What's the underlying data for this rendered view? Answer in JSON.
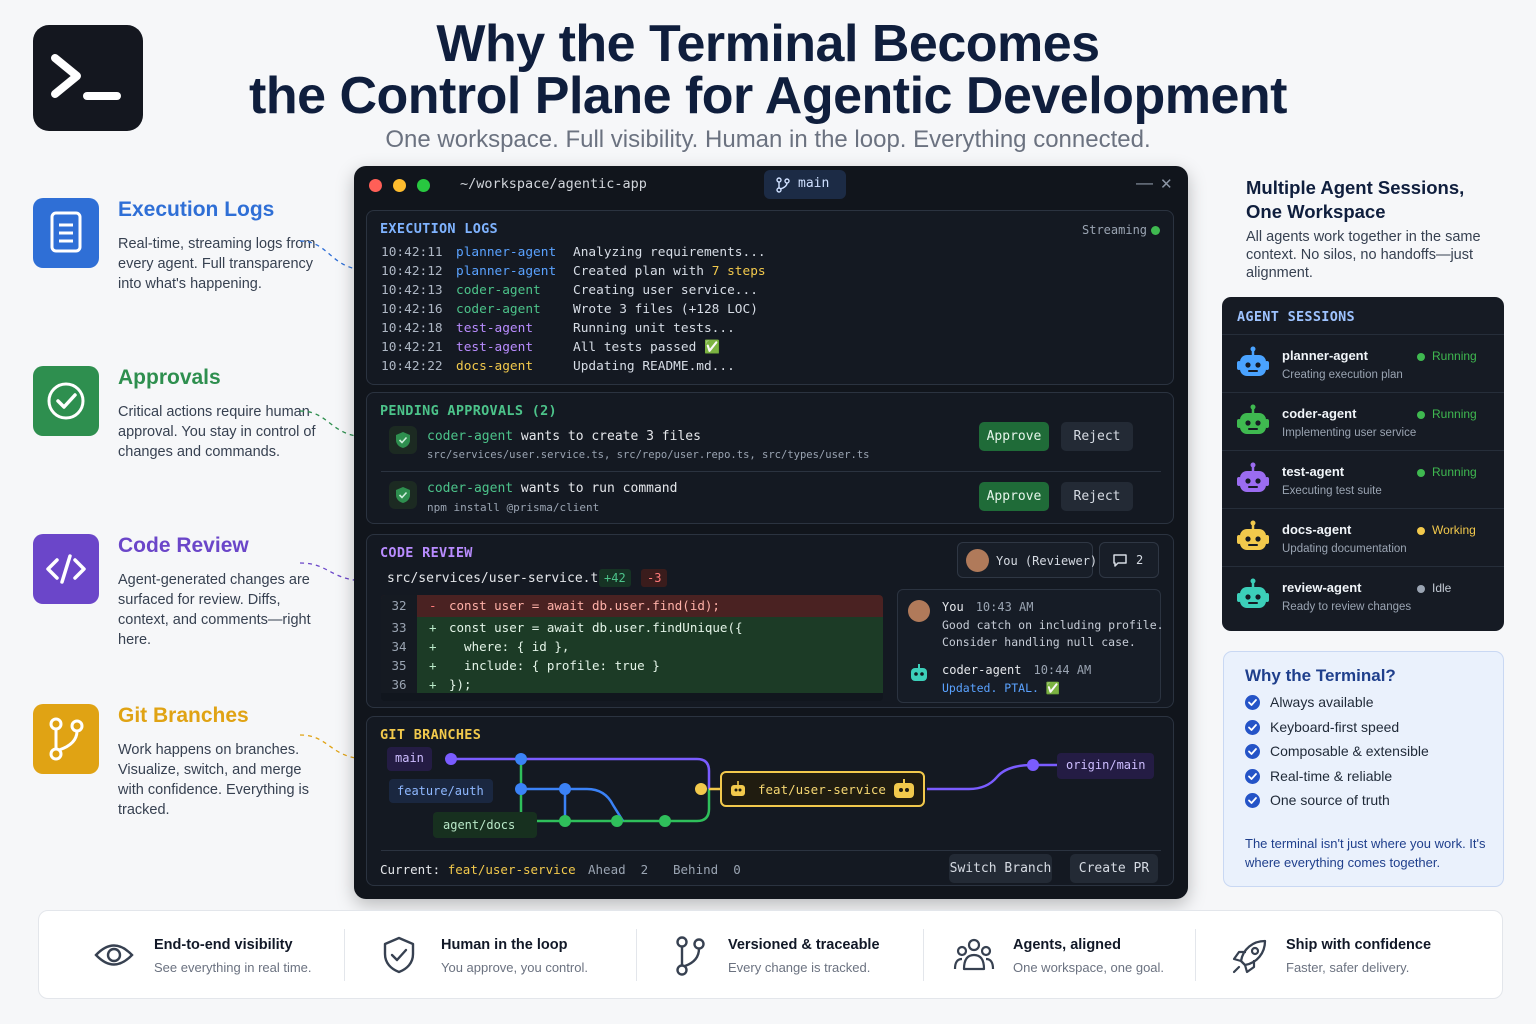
{
  "header": {
    "title_line1": "Why the Terminal Becomes",
    "title_line2": "the Control Plane for Agentic Development",
    "subtitle": "One workspace. Full visibility. Human in the loop. Everything connected."
  },
  "features": [
    {
      "title": "Execution Logs",
      "color": "#2f6fd6",
      "desc": "Real-time, streaming logs from every agent. Full transparency into what's happening.",
      "icon": "document-icon"
    },
    {
      "title": "Approvals",
      "color": "#2e8f4f",
      "desc": "Critical actions require human approval. You stay in control of changes and commands.",
      "icon": "check-circle-icon"
    },
    {
      "title": "Code Review",
      "color": "#6b46c9",
      "desc": "Agent-generated changes are surfaced for review. Diffs, context, and comments—right here.",
      "icon": "code-icon"
    },
    {
      "title": "Git Branches",
      "color": "#e0a314",
      "desc": "Work happens on branches. Visualize, switch, and merge with confidence. Everything is tracked.",
      "icon": "branch-icon"
    }
  ],
  "terminal": {
    "path": "~/workspace/agentic-app",
    "branch": "main",
    "min": "—",
    "close": "✕"
  },
  "logs": {
    "title": "EXECUTION LOGS",
    "status": "Streaming",
    "rows": [
      {
        "time": "10:42:11",
        "agent": "planner-agent",
        "msg": "Analyzing requirements...",
        "color": "#5aa2ff"
      },
      {
        "time": "10:42:12",
        "agent": "planner-agent",
        "msg": "Created plan with 7 steps",
        "color": "#5aa2ff",
        "hl": "7 steps"
      },
      {
        "time": "10:42:13",
        "agent": "coder-agent",
        "msg": "Creating user service...",
        "color": "#4cc38a"
      },
      {
        "time": "10:42:16",
        "agent": "coder-agent",
        "msg": "Wrote 3 files (+128 LOC)",
        "color": "#4cc38a"
      },
      {
        "time": "10:42:18",
        "agent": "test-agent",
        "msg": "Running unit tests...",
        "color": "#b98cff"
      },
      {
        "time": "10:42:21",
        "agent": "test-agent",
        "msg": "All tests passed ✅",
        "color": "#b98cff"
      },
      {
        "time": "10:42:22",
        "agent": "docs-agent",
        "msg": "Updating README.md...",
        "color": "#f2c94c"
      }
    ]
  },
  "approvals": {
    "title": "PENDING APPROVALS (2)",
    "items": [
      {
        "agent": "coder-agent",
        "action": " wants to create 3 files",
        "detail": "src/services/user.service.ts, src/repo/user.repo.ts, src/types/user.ts"
      },
      {
        "agent": "coder-agent",
        "action": " wants to run command",
        "detail": "npm install @prisma/client"
      }
    ],
    "approve": "Approve",
    "reject": "Reject"
  },
  "review": {
    "title": "CODE REVIEW",
    "file": "src/services/user-service.ts",
    "added": "+42",
    "removed": "-3",
    "reviewer": "You (Reviewer)",
    "comments_count": "2",
    "diff": [
      {
        "num": "32",
        "sign": "-",
        "code": "const user = await db.user.find(id);",
        "type": "del"
      },
      {
        "num": "33",
        "sign": "+",
        "code": "const user = await db.user.findUnique({",
        "type": "add"
      },
      {
        "num": "34",
        "sign": "+",
        "code": "  where: { id },",
        "type": "add"
      },
      {
        "num": "35",
        "sign": "+",
        "code": "  include: { profile: true }",
        "type": "add"
      },
      {
        "num": "36",
        "sign": "+",
        "code": "});",
        "type": "add"
      }
    ],
    "comments": [
      {
        "author": "You",
        "time": "10:43 AM",
        "text1": "Good catch on including profile.",
        "text2": "Consider handling null case."
      },
      {
        "author": "coder-agent",
        "time": "10:44 AM",
        "text1": "Updated. PTAL. ✅",
        "text2": ""
      }
    ]
  },
  "git": {
    "title": "GIT BRANCHES",
    "branches": {
      "main": "main",
      "auth": "feature/auth",
      "docs": "agent/docs",
      "current": "feat/user-service",
      "origin": "origin/main"
    },
    "current_label": "Current:",
    "current_branch": "feat/user-service",
    "ahead": "Ahead  2",
    "behind": "Behind  0",
    "switch": "Switch Branch",
    "create_pr": "Create PR"
  },
  "sessions_intro": {
    "title_line1": "Multiple Agent Sessions,",
    "title_line2": "One Workspace",
    "desc": "All agents work together in the same context. No silos, no handoffs—just alignment."
  },
  "sessions": {
    "title": "AGENT SESSIONS",
    "rows": [
      {
        "name": "planner-agent",
        "desc": "Creating execution plan",
        "status": "Running",
        "color": "#4aa3ff",
        "dot": "#3fb950"
      },
      {
        "name": "coder-agent",
        "desc": "Implementing user service",
        "status": "Running",
        "color": "#3fb950",
        "dot": "#3fb950"
      },
      {
        "name": "test-agent",
        "desc": "Executing test suite",
        "status": "Running",
        "color": "#9b6cf0",
        "dot": "#3fb950"
      },
      {
        "name": "docs-agent",
        "desc": "Updating documentation",
        "status": "Working",
        "color": "#f2c94c",
        "dot": "#f2c94c"
      },
      {
        "name": "review-agent",
        "desc": "Ready to review changes",
        "status": "Idle",
        "color": "#3ccfb9",
        "dot": "#9aa4b2"
      }
    ]
  },
  "why": {
    "title": "Why the Terminal?",
    "items": [
      "Always available",
      "Keyboard-first speed",
      "Composable & extensible",
      "Real-time & reliable",
      "One source of truth"
    ],
    "note": "The terminal isn't just where you work. It's where everything comes together."
  },
  "footer": [
    {
      "title": "End-to-end visibility",
      "desc": "See everything in real time.",
      "icon": "eye-icon"
    },
    {
      "title": "Human in the loop",
      "desc": "You approve, you control.",
      "icon": "shield-check-icon"
    },
    {
      "title": "Versioned & traceable",
      "desc": "Every change is tracked.",
      "icon": "branch-icon"
    },
    {
      "title": "Agents, aligned",
      "desc": "One workspace, one goal.",
      "icon": "group-icon"
    },
    {
      "title": "Ship with confidence",
      "desc": "Faster, safer delivery.",
      "icon": "rocket-icon"
    }
  ]
}
